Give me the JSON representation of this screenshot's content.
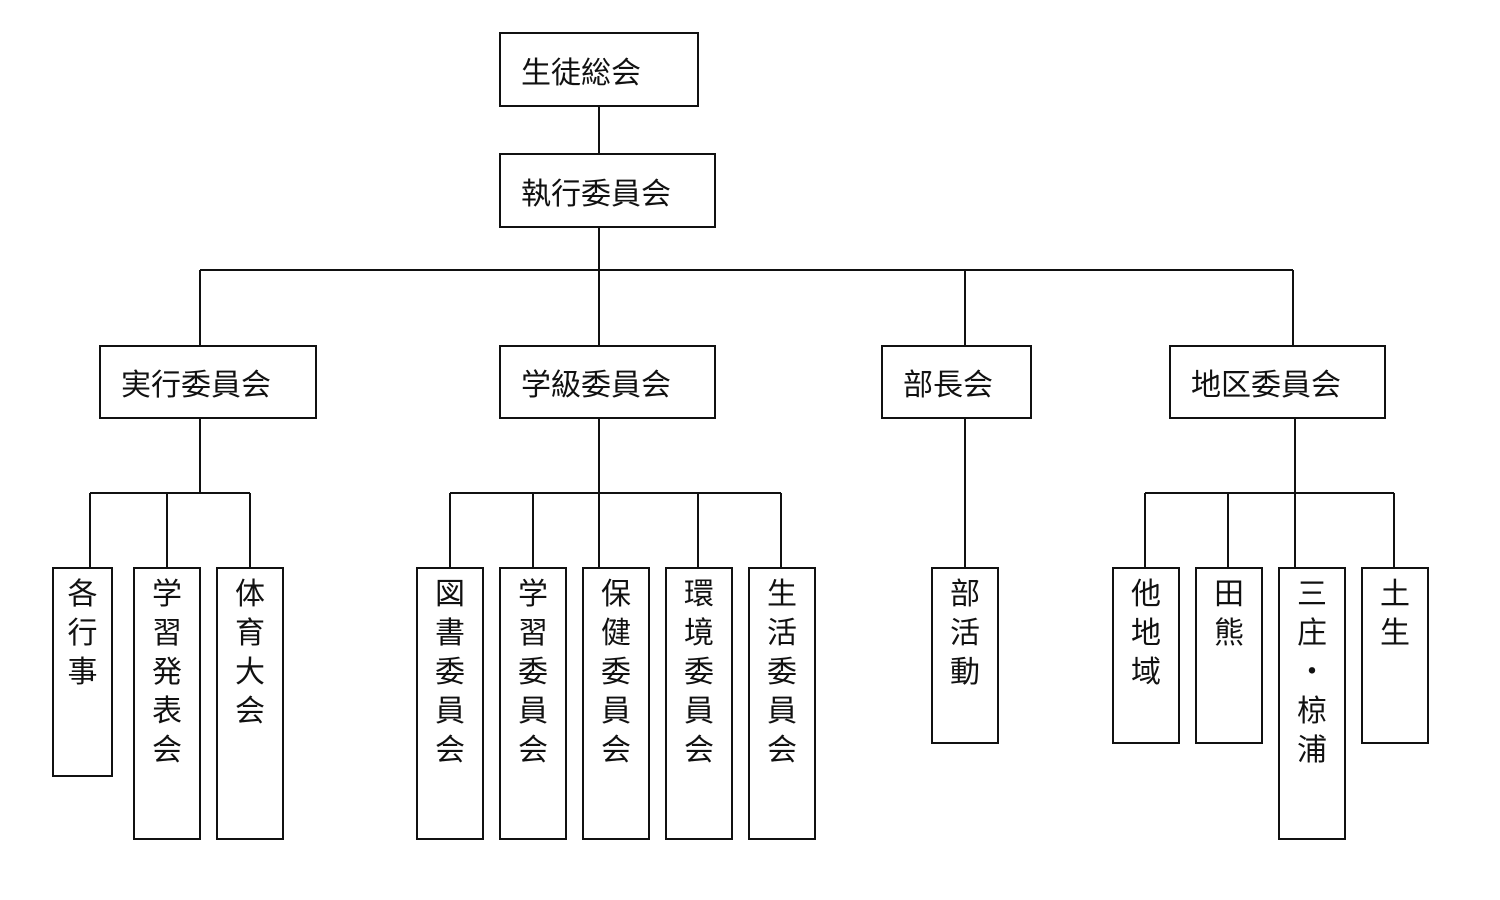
{
  "top": {
    "label": "生徒総会"
  },
  "executive": {
    "label": "執行委員会"
  },
  "committees": [
    {
      "label": "実行委員会",
      "children": [
        "各行事",
        "学習発表会",
        "体育大会"
      ]
    },
    {
      "label": "学級委員会",
      "children": [
        "図書委員会",
        "学習委員会",
        "保健委員会",
        "環境委員会",
        "生活委員会"
      ]
    },
    {
      "label": "部長会",
      "children": [
        "部活動"
      ]
    },
    {
      "label": "地区委員会",
      "children": [
        "他地域",
        "田熊",
        "三庄・椋浦",
        "土生"
      ]
    }
  ]
}
